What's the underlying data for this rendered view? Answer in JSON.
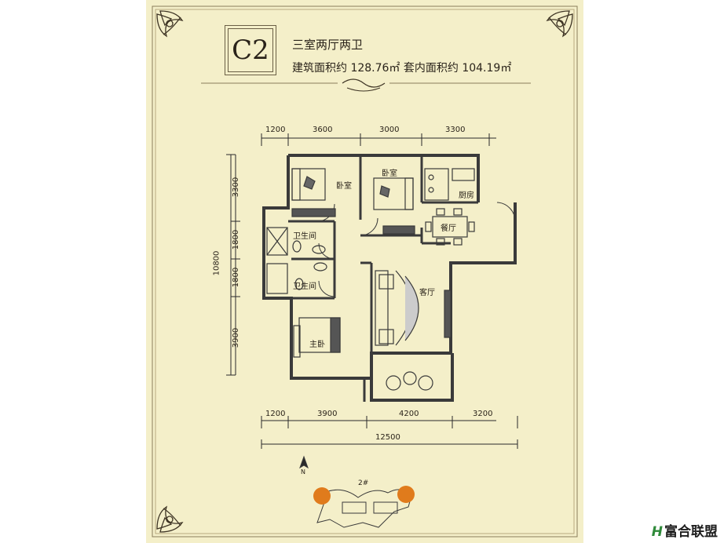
{
  "header": {
    "unit_code": "C2",
    "layout": "三室两厅两卫",
    "area_line": "建筑面积约 128.76㎡    套内面积约 104.19㎡"
  },
  "dimensions": {
    "top": [
      "1200",
      "3600",
      "3000",
      "3300"
    ],
    "bottom": [
      "1200",
      "3900",
      "4200",
      "3200"
    ],
    "bottom_total": "12500",
    "left": [
      "3300",
      "1800",
      "1800",
      "3900"
    ],
    "left_total": "10800"
  },
  "rooms": {
    "bedroom_1": "卧室",
    "bedroom_2": "卧室",
    "kitchen": "厨房",
    "dining": "餐厅",
    "bathroom_1": "卫生间",
    "bathroom_2": "卫生间",
    "living": "客厅",
    "master": "主卧"
  },
  "site_plan": {
    "north": "N",
    "building": "2#"
  },
  "watermark": {
    "brand": "富合联盟"
  },
  "colors": {
    "paper": "#f4efc9",
    "wall": "#4a4a4a",
    "accent_dot": "#e07b1c"
  }
}
